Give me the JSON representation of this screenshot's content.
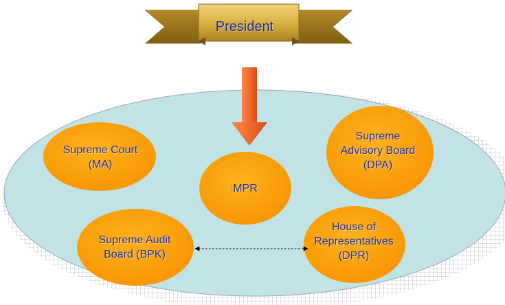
{
  "colors": {
    "oval_fill": "#c1e3e6",
    "node_fill": "#fea000",
    "banner_fill": "#d8b342",
    "arrow_fill": "#f26a2b",
    "label_text": "#1f2e99"
  },
  "diagram": {
    "president": {
      "label": "President"
    },
    "nodes": {
      "supreme_court": {
        "lines": [
          "Supreme Court",
          "(MA)"
        ]
      },
      "advisory_board": {
        "lines": [
          "Supreme",
          "Advisory Board",
          "(DPA)"
        ]
      },
      "mpr": {
        "lines": [
          "MPR"
        ]
      },
      "audit_board": {
        "lines": [
          "Supreme Audit",
          "Board (BPK)"
        ]
      },
      "dpr": {
        "lines": [
          "House of",
          "Representatives",
          "(DPR)"
        ]
      }
    },
    "edges": [
      {
        "from": "president",
        "to": "mpr",
        "style": "solid-arrow"
      },
      {
        "from": "audit_board",
        "to": "dpr",
        "style": "dotted-double-arrow"
      }
    ]
  }
}
